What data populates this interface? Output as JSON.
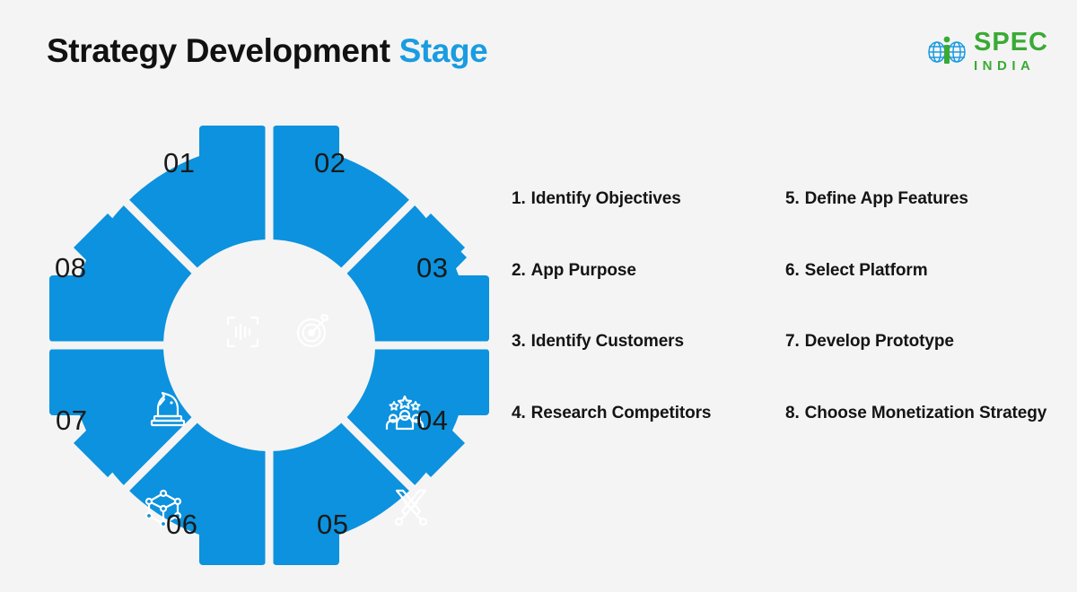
{
  "header": {
    "title_main": "Strategy Development",
    "title_accent": "Stage",
    "logo": {
      "mark": "globe-i-icon",
      "name": "SPEC",
      "subtitle": "INDIA",
      "brand_green": "#3aaa35",
      "brand_blue": "#1a9ce0"
    }
  },
  "theme": {
    "background": "#f4f4f4",
    "gear_blue": "#0c92de",
    "text_dark": "#141414",
    "accent_blue": "#1a9ce0"
  },
  "gear": {
    "segments": [
      {
        "number": "01",
        "icon": "scan-waveform-icon",
        "step": "Identify Objectives"
      },
      {
        "number": "02",
        "icon": "target-dart-icon",
        "step": "App Purpose"
      },
      {
        "number": "03",
        "icon": "people-stars-icon",
        "step": "Identify Customers"
      },
      {
        "number": "04",
        "icon": "crossed-swords-icon",
        "step": "Research Competitors"
      },
      {
        "number": "05",
        "icon": "hand-gear-icon",
        "step": "Define App Features"
      },
      {
        "number": "06",
        "icon": "checkbox-grid-icon",
        "step": "Select Platform"
      },
      {
        "number": "07",
        "icon": "wireframe-cube-icon",
        "step": "Develop Prototype"
      },
      {
        "number": "08",
        "icon": "chess-knight-icon",
        "step": "Choose Monetization Strategy"
      }
    ]
  },
  "steps": {
    "left_column": [
      {
        "index": "1.",
        "label": "Identify Objectives"
      },
      {
        "index": "2.",
        "label": "App Purpose"
      },
      {
        "index": "3.",
        "label": "Identify Customers"
      },
      {
        "index": "4.",
        "label": "Research Competitors"
      }
    ],
    "right_column": [
      {
        "index": "5.",
        "label": "Define App Features"
      },
      {
        "index": "6.",
        "label": "Select Platform"
      },
      {
        "index": "7.",
        "label": "Develop Prototype"
      },
      {
        "index": "8.",
        "label": "Choose Monetization Strategy"
      }
    ]
  }
}
